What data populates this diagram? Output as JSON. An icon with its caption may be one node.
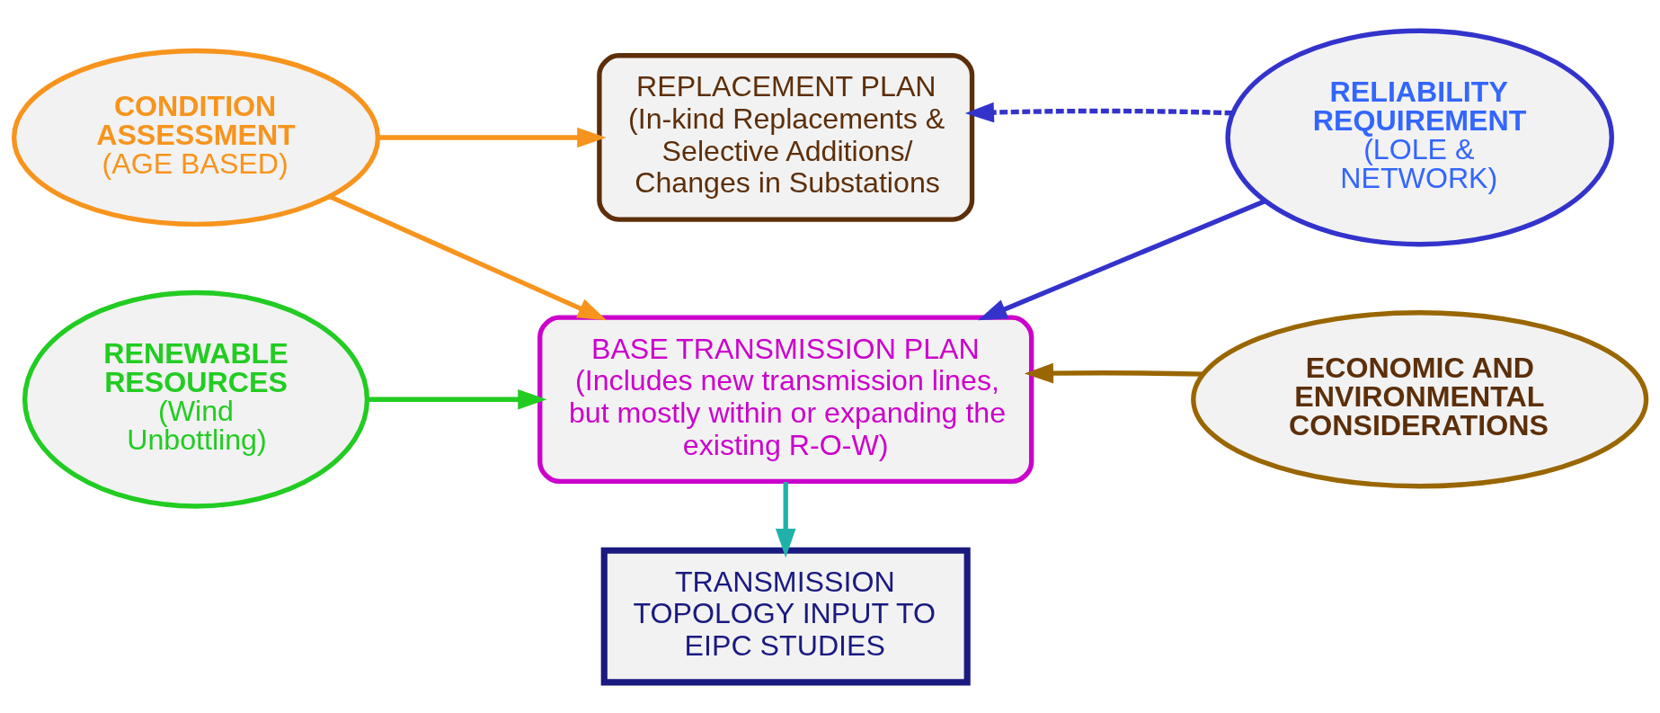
{
  "diagram": {
    "nodes": [
      {
        "text": [
          "CONDITION ASSESSMENT",
          "(AGE BASED)"
        ]
      },
      {
        "text": [
          "REPLACEMENT PLAN",
          "(In-kind Replacements & Selective Additions/ Changes in Substations"
        ]
      },
      {
        "text": [
          "RELIABILITY REQUIREMENT",
          "(LOLE & NETWORK)"
        ]
      },
      {
        "text": [
          "RENEWABLE RESOURCES",
          "(Wind Unbottling)"
        ]
      },
      {
        "text": [
          "BASE TRANSMISSION PLAN",
          "(Includes new transmission lines, but mostly within or expanding the existing R-O-W)"
        ]
      },
      {
        "text": [
          "ECONOMIC AND ENVIRONMENTAL CONSIDERATIONS"
        ]
      },
      {
        "text": [
          "TRANSMISSION TOPOLOGY INPUT TO EIPC STUDIES"
        ]
      }
    ],
    "edges": [
      {
        "from": 0,
        "to": 1,
        "arrow": "to",
        "color": "#f7941d"
      },
      {
        "from": 0,
        "to": 4,
        "arrow": "to",
        "color": "#f7941d"
      },
      {
        "from": 2,
        "to": 1,
        "arrow": "to",
        "style": "dashed",
        "color": "#3333cc"
      },
      {
        "from": 2,
        "to": 4,
        "arrow": "to",
        "color": "#3333cc"
      },
      {
        "from": 3,
        "to": 4,
        "arrow": "to",
        "color": "#22cc22"
      },
      {
        "from": 5,
        "to": 4,
        "arrow": "to",
        "color": "#996600"
      },
      {
        "from": 4,
        "to": 6,
        "arrow": "to",
        "color": "#20b2aa"
      }
    ]
  }
}
